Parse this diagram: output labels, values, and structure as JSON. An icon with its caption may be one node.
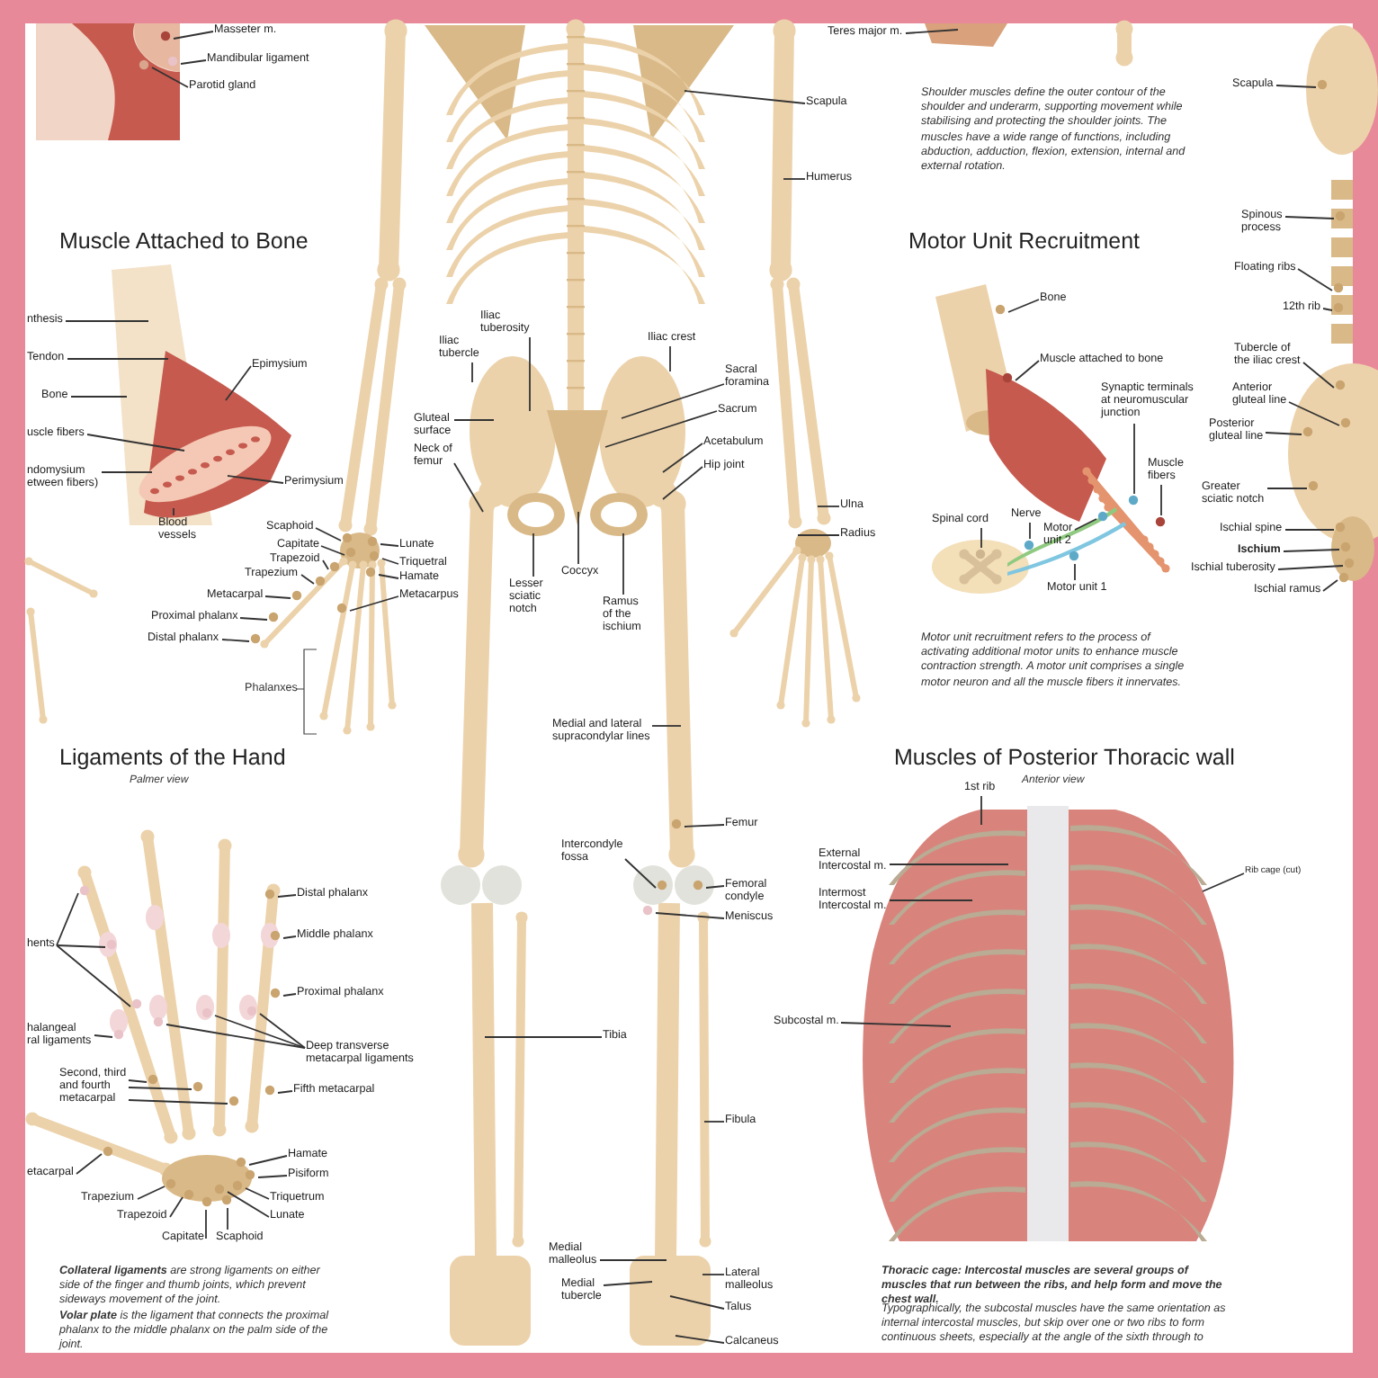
{
  "diagram": {
    "nodes": [
      {
        "text": [
          "Masseter m."
        ]
      },
      {
        "text": [
          "Mandibular ligament"
        ]
      },
      {
        "text": [
          "Parotid gland"
        ]
      },
      {
        "text": [
          "nthesis"
        ]
      },
      {
        "text": [
          "Tendon"
        ]
      },
      {
        "text": [
          "Bone"
        ]
      },
      {
        "text": [
          "uscle fibers"
        ]
      },
      {
        "text": [
          "ndomysium etween fibers)"
        ]
      },
      {
        "text": [
          "Epimysium"
        ]
      },
      {
        "text": [
          "Perimysium"
        ]
      },
      {
        "text": [
          "Blood vessels"
        ]
      },
      {
        "text": [
          "Scaphoid"
        ]
      },
      {
        "text": [
          "Capitate"
        ]
      },
      {
        "text": [
          "Trapezoid"
        ]
      },
      {
        "text": [
          "Trapezium"
        ]
      },
      {
        "text": [
          "Metacarpal"
        ]
      },
      {
        "text": [
          "Proximal phalanx"
        ]
      },
      {
        "text": [
          "Distal phalanx"
        ]
      },
      {
        "text": [
          "Lunate"
        ]
      },
      {
        "text": [
          "Triquetral"
        ]
      },
      {
        "text": [
          "Hamate"
        ]
      },
      {
        "text": [
          "Metacarpus"
        ]
      },
      {
        "text": [
          "Iliac tubercle"
        ]
      },
      {
        "text": [
          "Iliac tuberosity"
        ]
      },
      {
        "text": [
          "Gluteal surface"
        ]
      },
      {
        "text": [
          "Neck of femur"
        ]
      },
      {
        "text": [
          "Lesser sciatic notch"
        ]
      },
      {
        "text": [
          "Coccyx"
        ]
      },
      {
        "text": [
          "Ramus of the ischium"
        ]
      },
      {
        "text": [
          "Iliac crest"
        ]
      },
      {
        "text": [
          "Sacral foramina"
        ]
      },
      {
        "text": [
          "Sacrum"
        ]
      },
      {
        "text": [
          "Acetabulum"
        ]
      },
      {
        "text": [
          "Hip joint"
        ]
      },
      {
        "text": [
          "Scapula"
        ]
      },
      {
        "text": [
          "Humerus"
        ]
      },
      {
        "text": [
          "Ulna"
        ]
      },
      {
        "text": [
          "Radius"
        ]
      },
      {
        "text": [
          "Teres major m."
        ]
      },
      {
        "text": [
          "Medial and lateral supracondylar lines"
        ]
      },
      {
        "text": [
          "Femur"
        ]
      },
      {
        "text": [
          "Intercondyle fossa"
        ]
      },
      {
        "text": [
          "Femoral condyle"
        ]
      },
      {
        "text": [
          "Meniscus"
        ]
      },
      {
        "text": [
          "Tibia"
        ]
      },
      {
        "text": [
          "Fibula"
        ]
      },
      {
        "text": [
          "Medial malleolus"
        ]
      },
      {
        "text": [
          "Medial tubercle"
        ]
      },
      {
        "text": [
          "Lateral malleolus"
        ]
      },
      {
        "text": [
          "Talus"
        ]
      },
      {
        "text": [
          "Calcaneus"
        ]
      },
      {
        "text": [
          "Bone"
        ]
      },
      {
        "text": [
          "Muscle attached to bone"
        ]
      },
      {
        "text": [
          "Synaptic terminals at neuromuscular junction"
        ]
      },
      {
        "text": [
          "Muscle fibers"
        ]
      },
      {
        "text": [
          "Spinal cord"
        ]
      },
      {
        "text": [
          "Nerve"
        ]
      },
      {
        "text": [
          "Motor unit 2"
        ]
      },
      {
        "text": [
          "Motor unit 1"
        ]
      },
      {
        "text": [
          "Scapula"
        ]
      },
      {
        "text": [
          "Spinous process"
        ]
      },
      {
        "text": [
          "Floating ribs"
        ]
      },
      {
        "text": [
          "12th rib"
        ]
      },
      {
        "text": [
          "Tubercle of the iliac crest"
        ]
      },
      {
        "text": [
          "Anterior gluteal line"
        ]
      },
      {
        "text": [
          "Posterior gluteal line"
        ]
      },
      {
        "text": [
          "Greater sciatic notch"
        ]
      },
      {
        "text": [
          "Ischial spine"
        ]
      },
      {
        "text": [
          "Ischium"
        ]
      },
      {
        "text": [
          "Ischial tuberosity"
        ]
      },
      {
        "text": [
          "Ischial ramus"
        ]
      },
      {
        "text": [
          "hents"
        ]
      },
      {
        "text": [
          "halangeal ral ligaments"
        ]
      },
      {
        "text": [
          "Second, third and fourth metacarpal"
        ]
      },
      {
        "text": [
          "etacarpal"
        ]
      },
      {
        "text": [
          "Trapezium"
        ]
      },
      {
        "text": [
          "Trapezoid"
        ]
      },
      {
        "text": [
          "Capitate"
        ]
      },
      {
        "text": [
          "Scaphoid"
        ]
      },
      {
        "text": [
          "Distal phalanx"
        ]
      },
      {
        "text": [
          "Middle phalanx"
        ]
      },
      {
        "text": [
          "Proximal phalanx"
        ]
      },
      {
        "text": [
          "Deep transverse metacarpal ligaments"
        ]
      },
      {
        "text": [
          "Fifth metacarpal"
        ]
      },
      {
        "text": [
          "Hamate"
        ]
      },
      {
        "text": [
          "Pisiform"
        ]
      },
      {
        "text": [
          "Triquetrum"
        ]
      },
      {
        "text": [
          "Lunate"
        ]
      },
      {
        "text": [
          "1st rib"
        ]
      },
      {
        "text": [
          "External Intercostal m."
        ]
      },
      {
        "text": [
          "Intermost Intercostal m."
        ]
      },
      {
        "text": [
          "Subcostal m."
        ]
      },
      {
        "text": [
          "Rib cage (cut)"
        ]
      },
      {
        "text": [],
        "shape": "circle"
      },
      {
        "text": [],
        "shape": "circle"
      },
      {
        "text": [],
        "shape": "circle"
      },
      {
        "text": [],
        "shape": "circle"
      },
      {
        "text": [],
        "shape": "circle"
      },
      {
        "text": [],
        "shape": "circle"
      },
      {
        "text": [],
        "shape": "circle"
      },
      {
        "text": [],
        "shape": "circle"
      },
      {
        "text": [],
        "shape": "circle"
      },
      {
        "text": [],
        "shape": "circle"
      },
      {
        "text": [],
        "shape": "circle"
      },
      {
        "text": [],
        "shape": "circle"
      },
      {
        "text": [],
        "shape": "circle"
      },
      {
        "text": [],
        "shape": "circle"
      },
      {
        "text": [],
        "shape": "circle"
      },
      {
        "text": [],
        "shape": "circle"
      },
      {
        "text": [],
        "shape": "circle"
      },
      {
        "text": [],
        "shape": "circle"
      },
      {
        "text": [],
        "shape": "circle"
      },
      {
        "text": [],
        "shape": "circle"
      },
      {
        "text": [],
        "shape": "circle"
      },
      {
        "text": [],
        "shape": "circle"
      },
      {
        "text": [],
        "shape": "circle"
      },
      {
        "text": [],
        "shape": "circle"
      },
      {
        "text": [],
        "shape": "circle"
      },
      {
        "text": [],
        "shape": "circle"
      },
      {
        "text": [],
        "shape": "circle"
      },
      {
        "text": [],
        "shape": "circle"
      },
      {
        "text": [],
        "shape": "circle"
      },
      {
        "text": [],
        "shape": "circle"
      },
      {
        "text": [],
        "shape": "circle"
      },
      {
        "text": [],
        "shape": "circle"
      },
      {
        "text": [],
        "shape": "circle"
      },
      {
        "text": [],
        "shape": "circle"
      },
      {
        "text": [],
        "shape": "circle"
      },
      {
        "text": [],
        "shape": "circle"
      },
      {
        "text": [],
        "shape": "circle"
      },
      {
        "text": [],
        "shape": "circle"
      },
      {
        "text": [],
        "shape": "circle"
      },
      {
        "text": [],
        "shape": "circle"
      },
      {
        "text": [],
        "shape": "circle"
      },
      {
        "text": [],
        "shape": "circle"
      },
      {
        "text": [],
        "shape": "circle"
      },
      {
        "text": [],
        "shape": "circle"
      },
      {
        "text": [],
        "shape": "circle"
      },
      {
        "text": [],
        "shape": "circle"
      },
      {
        "text": [],
        "shape": "circle"
      },
      {
        "text": [],
        "shape": "circle"
      },
      {
        "text": [],
        "shape": "circle"
      },
      {
        "text": [],
        "shape": "circle"
      },
      {
        "text": [],
        "shape": "circle"
      },
      {
        "text": [],
        "shape": "circle"
      },
      {
        "text": [],
        "shape": "circle"
      },
      {
        "text": [],
        "shape": "circle"
      },
      {
        "text": [],
        "shape": "circle"
      },
      {
        "text": [],
        "shape": "circle"
      },
      {
        "text": [],
        "shape": "circle"
      },
      {
        "text": [],
        "shape": "circle"
      },
      {
        "text": [],
        "shape": "circle"
      },
      {
        "text": [],
        "shape": "circle"
      },
      {
        "text": [],
        "shape": "circle"
      }
    ],
    "edges": [
      {
        "from": 0,
        "to": 93,
        "arrow": "none"
      },
      {
        "from": 1,
        "to": 94,
        "arrow": "none"
      },
      {
        "from": 2,
        "to": 95,
        "arrow": "none"
      },
      {
        "from": 3,
        "to": null,
        "arrow": "none"
      },
      {
        "from": 4,
        "to": null,
        "arrow": "none"
      },
      {
        "from": 5,
        "to": null,
        "arrow": "none"
      },
      {
        "from": 6,
        "to": null,
        "arrow": "none"
      },
      {
        "from": 7,
        "to": null,
        "arrow": "none"
      },
      {
        "from": 8,
        "to": null,
        "arrow": "none"
      },
      {
        "from": 9,
        "to": null,
        "arrow": "none"
      },
      {
        "from": 10,
        "to": null,
        "arrow": "none"
      },
      {
        "from": 11,
        "to": 96,
        "arrow": "none"
      },
      {
        "from": 12,
        "to": 97,
        "arrow": "none"
      },
      {
        "from": 13,
        "to": 98,
        "arrow": "none"
      },
      {
        "from": 14,
        "to": 99,
        "arrow": "none"
      },
      {
        "from": 15,
        "to": 100,
        "arrow": "none"
      },
      {
        "from": 16,
        "to": 101,
        "arrow": "none"
      },
      {
        "from": 17,
        "to": 102,
        "arrow": "none"
      },
      {
        "from": 18,
        "to": 103,
        "arrow": "none"
      },
      {
        "from": 19,
        "to": 104,
        "arrow": "none"
      },
      {
        "from": 20,
        "to": 105,
        "arrow": "none"
      },
      {
        "from": 21,
        "to": 106,
        "arrow": "none"
      },
      {
        "from": 22,
        "to": null,
        "arrow": "none"
      },
      {
        "from": 23,
        "to": null,
        "arrow": "none"
      },
      {
        "from": 24,
        "to": null,
        "arrow": "none"
      },
      {
        "from": 25,
        "to": null,
        "arrow": "none"
      },
      {
        "from": 26,
        "to": null,
        "arrow": "none"
      },
      {
        "from": 27,
        "to": null,
        "arrow": "none"
      },
      {
        "from": 28,
        "to": null,
        "arrow": "none"
      },
      {
        "from": 29,
        "to": null,
        "arrow": "none"
      },
      {
        "from": 30,
        "to": null,
        "arrow": "none"
      },
      {
        "from": 31,
        "to": null,
        "arrow": "none"
      },
      {
        "from": 32,
        "to": null,
        "arrow": "none"
      },
      {
        "from": 33,
        "to": null,
        "arrow": "none"
      },
      {
        "from": 34,
        "to": null,
        "arrow": "none"
      },
      {
        "from": 35,
        "to": null,
        "arrow": "none"
      },
      {
        "from": 36,
        "to": null,
        "arrow": "none"
      },
      {
        "from": 37,
        "to": null,
        "arrow": "none"
      },
      {
        "from": 38,
        "to": null,
        "arrow": "none"
      },
      {
        "from": 39,
        "to": null,
        "arrow": "none"
      },
      {
        "from": 40,
        "to": 107,
        "arrow": "none"
      },
      {
        "from": 41,
        "to": 108,
        "arrow": "none"
      },
      {
        "from": 42,
        "to": 109,
        "arrow": "none"
      },
      {
        "from": 43,
        "to": 110,
        "arrow": "none"
      },
      {
        "from": 44,
        "to": null,
        "arrow": "none"
      },
      {
        "from": 45,
        "to": null,
        "arrow": "none"
      },
      {
        "from": 46,
        "to": null,
        "arrow": "none"
      },
      {
        "from": 47,
        "to": null,
        "arrow": "none"
      },
      {
        "from": 48,
        "to": null,
        "arrow": "none"
      },
      {
        "from": 49,
        "to": null,
        "arrow": "none"
      },
      {
        "from": 50,
        "to": null,
        "arrow": "none"
      },
      {
        "from": 51,
        "to": 111,
        "arrow": "none"
      },
      {
        "from": 52,
        "to": 112,
        "arrow": "none"
      },
      {
        "from": 53,
        "to": 113,
        "arrow": "none"
      },
      {
        "from": 54,
        "to": 114,
        "arrow": "none"
      },
      {
        "from": 55,
        "to": 115,
        "arrow": "none"
      },
      {
        "from": 56,
        "to": 116,
        "arrow": "none"
      },
      {
        "from": 57,
        "to": 117,
        "arrow": "none"
      },
      {
        "from": 58,
        "to": 118,
        "arrow": "none"
      },
      {
        "from": 59,
        "to": 119,
        "arrow": "none"
      },
      {
        "from": 60,
        "to": 120,
        "arrow": "none"
      },
      {
        "from": 61,
        "to": 121,
        "arrow": "none"
      },
      {
        "from": 62,
        "to": 122,
        "arrow": "none"
      },
      {
        "from": 63,
        "to": 123,
        "arrow": "none"
      },
      {
        "from": 64,
        "to": 124,
        "arrow": "none"
      },
      {
        "from": 65,
        "to": 125,
        "arrow": "none"
      },
      {
        "from": 66,
        "to": 126,
        "arrow": "none"
      },
      {
        "from": 67,
        "to": 127,
        "arrow": "none"
      },
      {
        "from": 68,
        "to": 128,
        "arrow": "none"
      },
      {
        "from": 69,
        "to": 129,
        "arrow": "none"
      },
      {
        "from": 70,
        "to": 130,
        "arrow": "none"
      },
      {
        "from": 71,
        "to": 131,
        "arrow": "none"
      },
      {
        "from": 71,
        "to": 132,
        "arrow": "none"
      },
      {
        "from": 71,
        "to": 133,
        "arrow": "none"
      },
      {
        "from": 72,
        "to": 134,
        "arrow": "none"
      },
      {
        "from": 73,
        "to": 135,
        "arrow": "none"
      },
      {
        "from": 73,
        "to": 136,
        "arrow": "none"
      },
      {
        "from": 73,
        "to": 137,
        "arrow": "none"
      },
      {
        "from": 74,
        "to": 138,
        "arrow": "none"
      },
      {
        "from": 75,
        "to": 139,
        "arrow": "none"
      },
      {
        "from": 76,
        "to": 140,
        "arrow": "none"
      },
      {
        "from": 77,
        "to": 141,
        "arrow": "none"
      },
      {
        "from": 78,
        "to": 142,
        "arrow": "none"
      },
      {
        "from": 79,
        "to": 143,
        "arrow": "none"
      },
      {
        "from": 80,
        "to": 144,
        "arrow": "none"
      },
      {
        "from": 81,
        "to": 145,
        "arrow": "none"
      },
      {
        "from": 82,
        "to": 146,
        "arrow": "none"
      },
      {
        "from": 82,
        "to": 147,
        "arrow": "none"
      },
      {
        "from": 82,
        "to": 148,
        "arrow": "none"
      },
      {
        "from": 83,
        "to": 149,
        "arrow": "none"
      },
      {
        "from": 84,
        "to": 150,
        "arrow": "none"
      },
      {
        "from": 85,
        "to": 151,
        "arrow": "none"
      },
      {
        "from": 86,
        "to": 152,
        "arrow": "none"
      },
      {
        "from": 87,
        "to": 153,
        "arrow": "none"
      },
      {
        "from": 88,
        "to": null,
        "arrow": "none"
      },
      {
        "from": 89,
        "to": null,
        "arrow": "none"
      },
      {
        "from": 90,
        "to": null,
        "arrow": "none"
      },
      {
        "from": 91,
        "to": null,
        "arrow": "none"
      },
      {
        "from": 92,
        "to": null,
        "arrow": "none"
      }
    ],
    "labels": [
      "Shoulder muscles define the outer contour of the shoulder and underarm, supporting movement while stabilising and protecting the shoulder joints. The muscles have a wide range of functions, including abduction, adduction, flexion, extension, internal and external rotation.",
      "Muscle Attached to Bone",
      "Motor Unit Recruitment",
      "Phalanxes",
      "Motor unit recruitment refers to the process of activating additional motor units to enhance muscle contraction strength. A motor unit comprises a single motor neuron and all the muscle fibers it innervates.",
      "Ligaments of the Hand",
      "Palmer view",
      "Muscles of Posterior Thoracic wall",
      "Anterior view",
      "**Collateral ligaments** are strong ligaments on either side of the finger and thumb joints, which prevent sideways movement of the joint.",
      "**Volar plate** is the ligament that connects the proximal phalanx to the middle phalanx on the palm side of the joint.",
      "Thoracic cage: Intercostal muscles are several groups of muscles that run between the ribs, and help form and move the chest wall.",
      "Typographically, the subcostal muscles have the same orientation as internal intercostal muscles, but skip over one or two ribs to form continuous sheets, especially at the angle of the sixth through to"
    ]
  }
}
